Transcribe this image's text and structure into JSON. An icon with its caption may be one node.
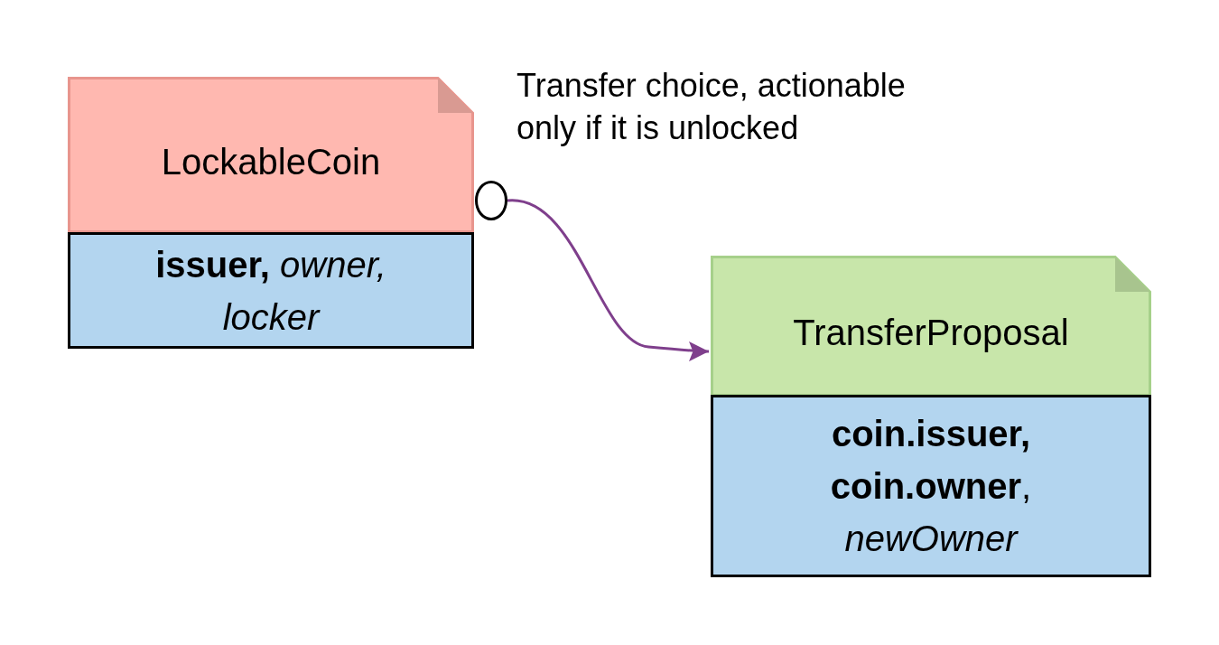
{
  "diagram": {
    "nodes": [
      {
        "text": [
          "LockableCoin"
        ]
      },
      {
        "text": [
          "**issuer,** *owner, locker*"
        ]
      },
      {
        "text": [],
        "shape": "circle",
        "beside": [
          "Transfer choice, actionable only if it is unlocked"
        ]
      },
      {
        "text": [
          "TransferProposal"
        ]
      },
      {
        "text": [
          "**coin.issuer, coin.owner**, *newOwner*"
        ]
      }
    ],
    "edges": [
      {
        "from": 2,
        "to": 3,
        "arrow": "to",
        "color": "#7f3f8c"
      }
    ]
  }
}
